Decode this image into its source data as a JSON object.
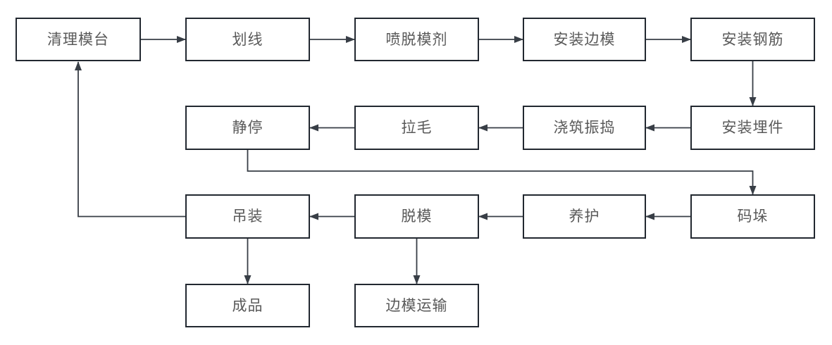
{
  "diagram": {
    "type": "flowchart",
    "nodes": [
      {
        "id": "clean-platform",
        "label": "清理模台"
      },
      {
        "id": "marking",
        "label": "划线"
      },
      {
        "id": "spray-release-agent",
        "label": "喷脱模剂"
      },
      {
        "id": "install-side-forms",
        "label": "安装边模"
      },
      {
        "id": "install-rebar",
        "label": "安装钢筋"
      },
      {
        "id": "install-embeds",
        "label": "安装埋件"
      },
      {
        "id": "pour-vibrate",
        "label": "浇筑振捣"
      },
      {
        "id": "roughening",
        "label": "拉毛"
      },
      {
        "id": "resting",
        "label": "静停"
      },
      {
        "id": "stacking",
        "label": "码垛"
      },
      {
        "id": "curing",
        "label": "养护"
      },
      {
        "id": "demolding",
        "label": "脱模"
      },
      {
        "id": "lifting",
        "label": "吊装"
      },
      {
        "id": "finished-product",
        "label": "成品"
      },
      {
        "id": "side-form-transport",
        "label": "边模运输"
      }
    ],
    "edges": [
      {
        "from": "clean-platform",
        "to": "marking"
      },
      {
        "from": "marking",
        "to": "spray-release-agent"
      },
      {
        "from": "spray-release-agent",
        "to": "install-side-forms"
      },
      {
        "from": "install-side-forms",
        "to": "install-rebar"
      },
      {
        "from": "install-rebar",
        "to": "install-embeds"
      },
      {
        "from": "install-embeds",
        "to": "pour-vibrate"
      },
      {
        "from": "pour-vibrate",
        "to": "roughening"
      },
      {
        "from": "roughening",
        "to": "resting"
      },
      {
        "from": "resting",
        "to": "stacking"
      },
      {
        "from": "stacking",
        "to": "curing"
      },
      {
        "from": "curing",
        "to": "demolding"
      },
      {
        "from": "demolding",
        "to": "lifting"
      },
      {
        "from": "lifting",
        "to": "clean-platform"
      },
      {
        "from": "lifting",
        "to": "finished-product"
      },
      {
        "from": "demolding",
        "to": "side-form-transport"
      }
    ]
  },
  "colors": {
    "background": "#ffffff",
    "box_border": "#222830",
    "arrow_line": "#383e46",
    "text": "#595959"
  }
}
